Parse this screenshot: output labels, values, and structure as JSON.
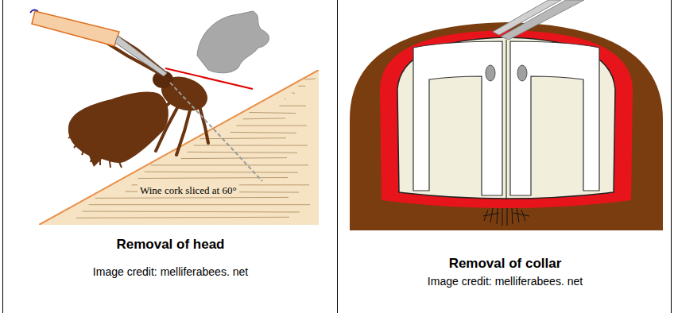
{
  "diagram": {
    "nodes": [
      {
        "text": [
          "Removal of head",
          "Image credit: melliferabees. net"
        ]
      },
      {
        "text": [
          "Wine cork sliced at 60°"
        ],
        "in": 0
      },
      {
        "text": [
          "Removal of collar",
          "Image credit: melliferabees. net"
        ]
      }
    ]
  }
}
